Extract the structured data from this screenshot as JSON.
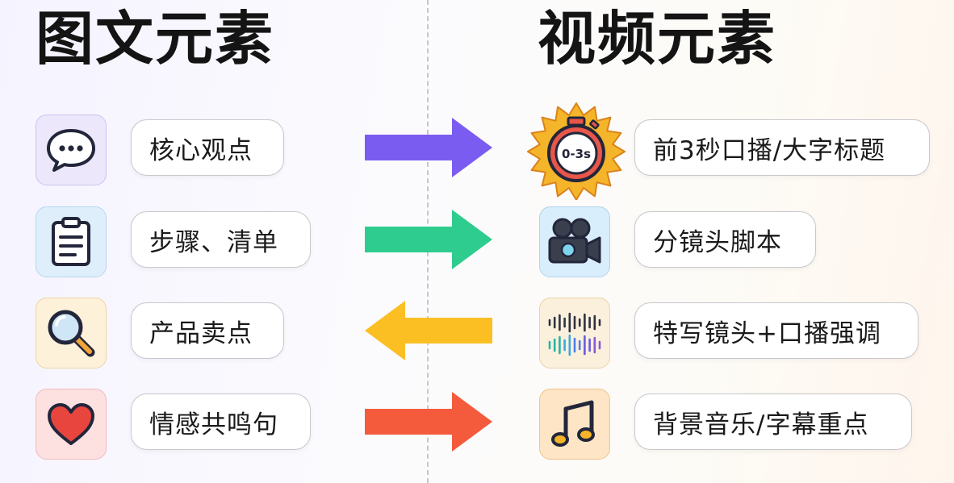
{
  "headings": {
    "left": "图文元素",
    "right": "视频元素"
  },
  "rows": [
    {
      "left_label": "核心观点",
      "right_label": "前3秒口播/大字标题",
      "left_icon": "chat-bubble-icon",
      "right_icon": "stopwatch-icon",
      "arrow_direction": "right",
      "arrow_color": "#7b5cf0"
    },
    {
      "left_label": "步骤、清单",
      "right_label": "分镜头脚本",
      "left_icon": "clipboard-list-icon",
      "right_icon": "video-camera-icon",
      "arrow_direction": "right",
      "arrow_color": "#2ecc8f"
    },
    {
      "left_label": "产品卖点",
      "right_label": "特写镜头+口播强调",
      "left_icon": "magnifier-icon",
      "right_icon": "sound-wave-icon",
      "arrow_direction": "left",
      "arrow_color": "#fbbf24"
    },
    {
      "left_label": "情感共鸣句",
      "right_label": "背景音乐/字幕重点",
      "left_icon": "heart-icon",
      "right_icon": "music-note-icon",
      "arrow_direction": "right",
      "arrow_color": "#f45a3c"
    }
  ],
  "timer_label": "0-3s"
}
